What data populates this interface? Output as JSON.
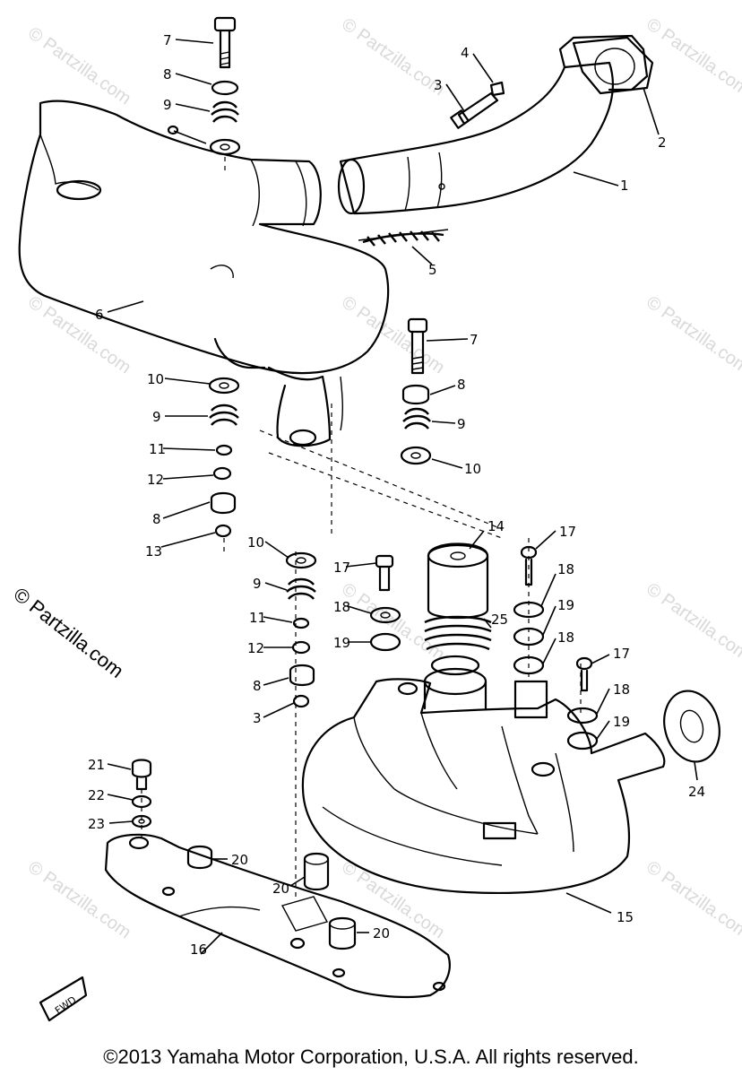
{
  "copyright": "©2013 Yamaha Motor Corporation, U.S.A. All rights reserved.",
  "watermark": "© Partzilla.com",
  "fwd_label": "FWD",
  "callouts": [
    "1",
    "2",
    "3",
    "4",
    "5",
    "6",
    "7",
    "8",
    "9",
    "10",
    "11",
    "12",
    "13",
    "14",
    "15",
    "16",
    "17",
    "18",
    "19",
    "20",
    "21",
    "22",
    "23",
    "24",
    "25"
  ],
  "labels": {
    "c1": "1",
    "c2": "2",
    "c3a": "3",
    "c3b": "3",
    "c4": "4",
    "c5": "5",
    "c6": "6",
    "c7a": "7",
    "c7b": "7",
    "c8a": "8",
    "c8b": "8",
    "c8c": "8",
    "c8d": "8",
    "c9a": "9",
    "c9b": "9",
    "c9c": "9",
    "c9d": "9",
    "c10a": "10",
    "c10b": "10",
    "c10c": "10",
    "c11a": "11",
    "c11b": "11",
    "c12a": "12",
    "c12b": "12",
    "c13": "13",
    "c14": "14",
    "c15": "15",
    "c16": "16",
    "c17a": "17",
    "c17b": "17",
    "c17c": "17",
    "c18a": "18",
    "c18b": "18",
    "c18c": "18",
    "c18d": "18",
    "c19a": "19",
    "c19b": "19",
    "c19c": "19",
    "c20a": "20",
    "c20b": "20",
    "c20c": "20",
    "c21": "21",
    "c22": "22",
    "c23": "23",
    "c24": "24",
    "c25": "25"
  }
}
